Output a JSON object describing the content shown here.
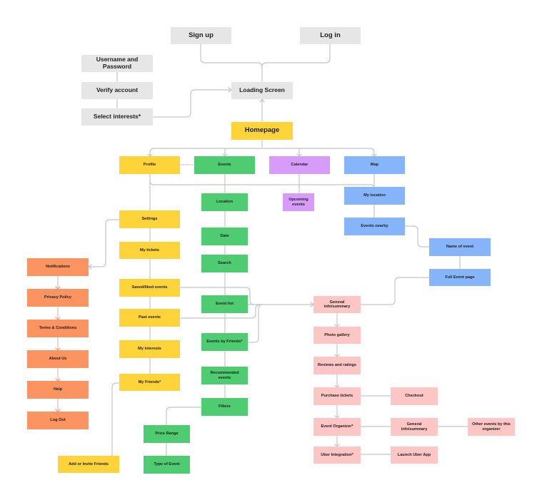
{
  "colors": {
    "auth": "#e6e6e6",
    "profile": "#ffd43b",
    "events": "#4fcc72",
    "calendar": "#d79bfa",
    "map": "#86b5fb",
    "settings": "#fb9461",
    "event_detail": "#fbc6c4",
    "connector": "#c4c4c4"
  },
  "nodes": {
    "sign_up": "Sign up",
    "log_in": "Log in",
    "username_password": "Username and Password",
    "verify_account": "Verify account",
    "select_interests": "Select interests*",
    "loading_screen": "Loading Screen",
    "homepage": "Homepage",
    "profile": "Profile",
    "events": "Events",
    "calendar": "Calendar",
    "map": "Map",
    "location": "Location",
    "upcoming_events": "Upcoming events",
    "my_location": "My location",
    "events_nearby": "Events nearby",
    "name_of_event": "Name of event",
    "full_event_page": "Full Event page",
    "settings": "Settings",
    "my_tickets": "My tickets",
    "saved_liked_events": "Saved/liked events",
    "past_events": "Past events",
    "my_interests": "My interests",
    "my_friends": "My Friends*",
    "add_invite_friends": "Add or Invite Friends",
    "date": "Date",
    "search": "Search",
    "event_list": "Event list",
    "events_by_friends": "Events by Friends*",
    "recommended_events": "Recommended events",
    "filters": "Filters",
    "price_range": "Price Range",
    "type_of_event": "Type of Event",
    "notifications": "Notifications",
    "privacy_policy": "Privacy Policy",
    "terms_conditions": "Terms & Conditions",
    "about_us": "About Us",
    "help": "Help",
    "log_out": "Log Out",
    "general_info_summary": "General info/summary",
    "photo_gallery": "Photo gallery",
    "reviews_ratings": "Reviews and ratings",
    "purchase_tickets": "Purchase tickets",
    "checkout": "Checkout",
    "event_organizer": "Event Organizer*",
    "organizer_general_info": "General info/summary",
    "other_events_by_organizer": "Other events by this organizer",
    "uber_integration": "Uber Integration*",
    "launch_uber_app": "Launch Uber App"
  }
}
